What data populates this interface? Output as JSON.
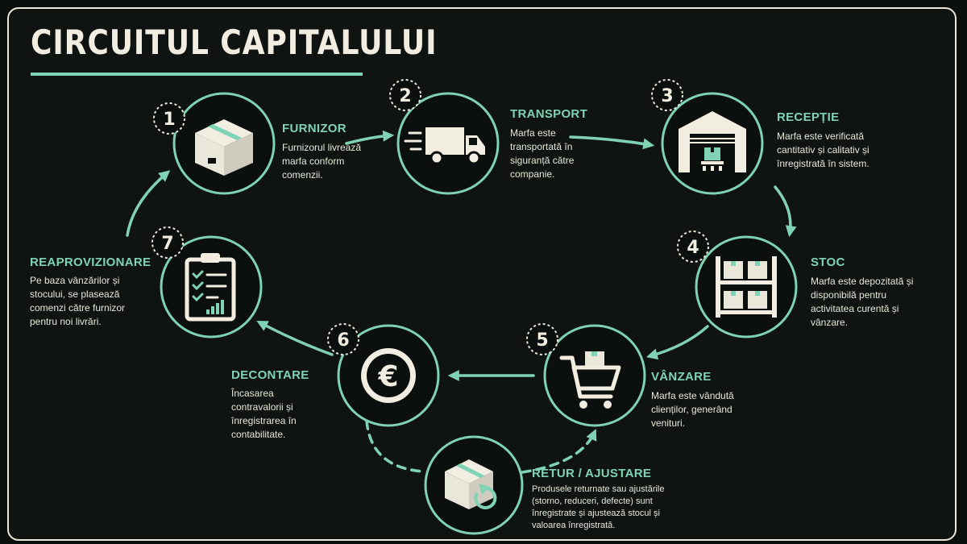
{
  "title": "CIRCUITUL CAPITALULUI",
  "colors": {
    "accent": "#7fd3b4",
    "background": "#0f1412",
    "icon": "#f1ede0",
    "text": "#e9e6da"
  },
  "steps": [
    {
      "number": "1",
      "label": "FURNIZOR",
      "description": "Furnizorul livrează marfa conform comenzii.",
      "icon": "box-icon"
    },
    {
      "number": "2",
      "label": "TRANSPORT",
      "description": "Marfa este transportată în siguranță către companie.",
      "icon": "truck-icon"
    },
    {
      "number": "3",
      "label": "RECEPȚIE",
      "description": "Marfa este verificată cantitativ și calitativ și înregistrată în sistem.",
      "icon": "warehouse-icon"
    },
    {
      "number": "4",
      "label": "STOC",
      "description": "Marfa este depozitată și disponibilă pentru activitatea curentă și vânzare.",
      "icon": "shelf-icon"
    },
    {
      "number": "5",
      "label": "VÂNZARE",
      "description": "Marfa este vândută clienților, generând venituri.",
      "icon": "cart-icon"
    },
    {
      "number": "6",
      "label": "DECONTARE",
      "description": "Încasarea contravalorii și înregistrarea în contabilitate.",
      "icon": "euro-icon"
    },
    {
      "number": "7",
      "label": "REAPROVIZIONARE",
      "description": "Pe baza vânzărilor și stocului, se plasează comenzi către furnizor pentru noi livrări.",
      "icon": "clipboard-icon"
    }
  ],
  "return_step": {
    "label": "RETUR / AJUSTARE",
    "description": "Produsele returnate sau ajustările (storno, reduceri, defecte) sunt înregistrate și ajustează stocul și valoarea înregistrată.",
    "icon": "return-box-icon"
  }
}
